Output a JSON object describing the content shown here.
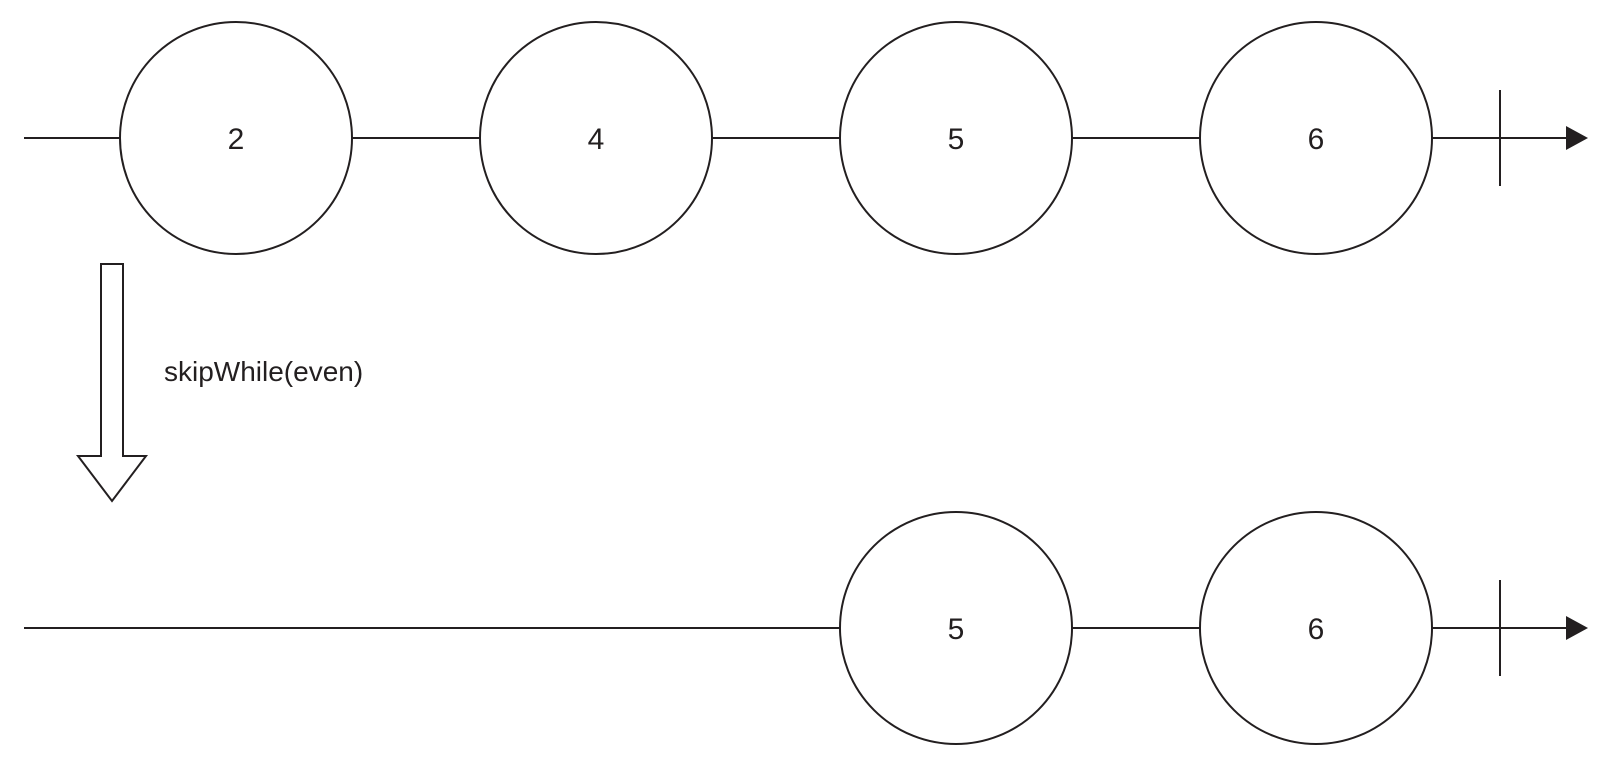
{
  "operator": {
    "label": "skipWhile(even)"
  },
  "input_stream": {
    "values": [
      "2",
      "4",
      "5",
      "6"
    ]
  },
  "output_stream": {
    "values": [
      "5",
      "6"
    ]
  },
  "colors": {
    "stroke": "#231f20",
    "background": "#ffffff"
  }
}
